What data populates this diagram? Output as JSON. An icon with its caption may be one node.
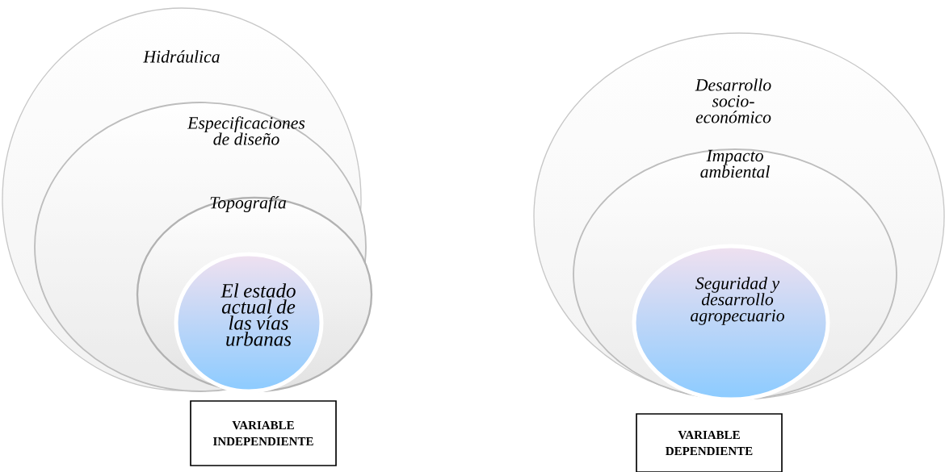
{
  "diagram": {
    "nodes": [
      {
        "text": [
          "Hidráulica"
        ]
      },
      {
        "text": [
          "Especificaciones de diseño"
        ],
        "in": 0
      },
      {
        "text": [
          "Topografía"
        ],
        "in": 1
      },
      {
        "text": [
          "El estado actual de las vías urbanas"
        ],
        "in": 2
      },
      {
        "text": [
          "VARIABLE INDEPENDIENTE"
        ]
      },
      {
        "text": [
          "Desarrollo socio-económico"
        ]
      },
      {
        "text": [
          "Impacto ambiental"
        ],
        "in": 5
      },
      {
        "text": [
          "Seguridad y desarrollo agropecuario"
        ],
        "in": 6
      },
      {
        "text": [
          "VARIABLE DEPENDIENTE"
        ]
      }
    ]
  }
}
